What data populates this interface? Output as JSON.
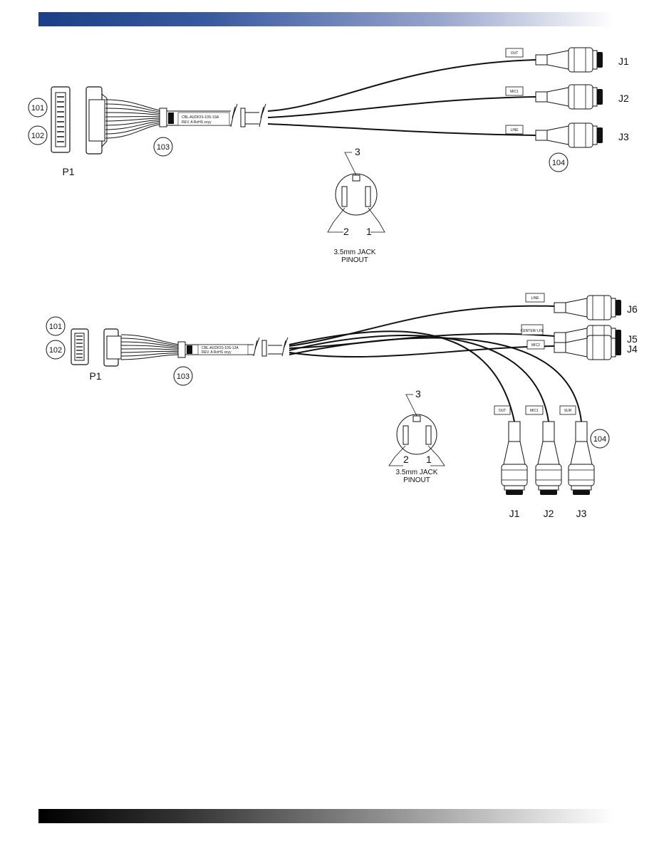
{
  "header_bar": {
    "color_start": "#1b3f87",
    "color_end": "#ffffff"
  },
  "footer_bar": {
    "color_start": "#000000",
    "color_end": "#ffffff"
  },
  "diagram_top": {
    "callout_101": "101",
    "callout_102": "102",
    "callout_103": "103",
    "callout_104": "104",
    "plug_label": "P1",
    "cable_label_line1": "CBL-AUDIOS-10S-1SA",
    "cable_label_line2": "REV. A   RoHS   xxyy",
    "connectors": [
      {
        "id": "J1",
        "tag": "OUT"
      },
      {
        "id": "J2",
        "tag": "MIC1"
      },
      {
        "id": "J3",
        "tag": "LINE"
      }
    ],
    "pinout": {
      "pin3": "3",
      "pin2": "2",
      "pin1": "1",
      "caption_line1": "3.5mm JACK",
      "caption_line2": "PINOUT"
    }
  },
  "diagram_bottom": {
    "callout_101": "101",
    "callout_102": "102",
    "callout_103": "103",
    "callout_104": "104",
    "plug_label": "P1",
    "cable_label_line1": "CBL-AUDIOS-10S-12A",
    "cable_label_line2": "REV. A   RoHS   xxyy",
    "right_connectors": [
      {
        "id": "J6",
        "tag": "LINE"
      },
      {
        "id": "J5",
        "tag": "CENTER/ LFE"
      },
      {
        "id": "J4",
        "tag": "MIC2"
      }
    ],
    "bottom_connectors": [
      {
        "id": "J1",
        "tag": "OUT"
      },
      {
        "id": "J2",
        "tag": "MIC1"
      },
      {
        "id": "J3",
        "tag": "SUR"
      }
    ],
    "pinout": {
      "pin3": "3",
      "pin2": "2",
      "pin1": "1",
      "caption_line1": "3.5mm JACK",
      "caption_line2": "PINOUT"
    }
  }
}
